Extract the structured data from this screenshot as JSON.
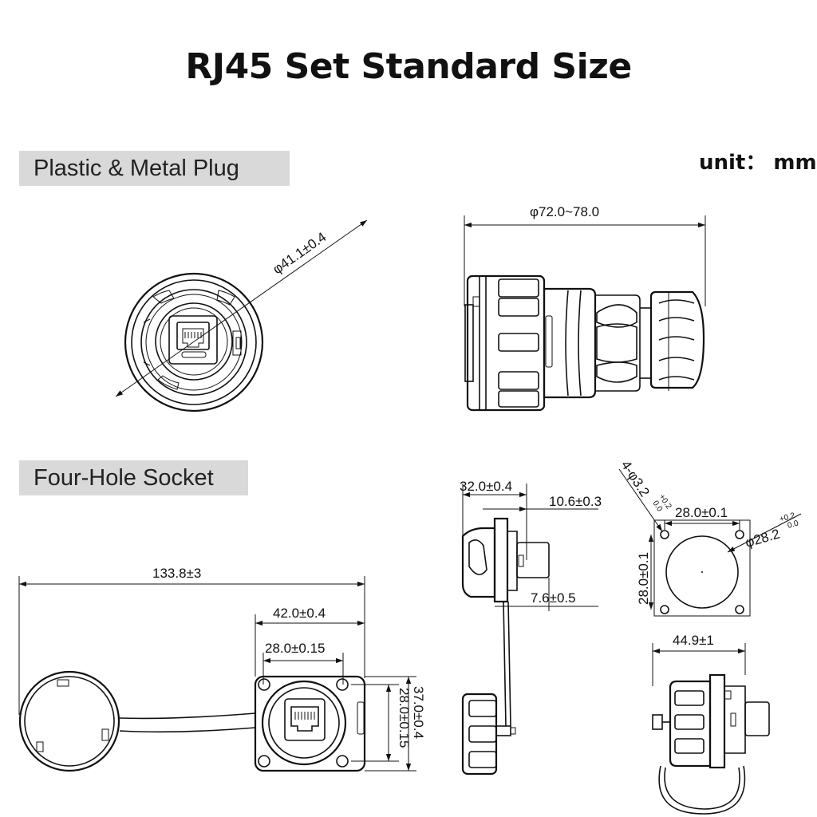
{
  "title": "RJ45 Set Standard Size",
  "unit_label": "unit： mm",
  "sections": {
    "plug_label": "Plastic & Metal Plug",
    "socket_label": "Four-Hole Socket"
  },
  "plug": {
    "front_diameter": "φ41.1±0.4",
    "length": "φ72.0~78.0"
  },
  "socket": {
    "overall_length": "133.8±3",
    "flange_width": "42.0±0.4",
    "hole_spacing_h": "28.0±0.15",
    "hole_spacing_v": "28.0±0.15",
    "flange_height": "37.0±0.4",
    "side_depth": "32.0±0.4",
    "side_front": "10.6±0.3",
    "panel_thickness": "7.6±0.5",
    "cutout_holes": "4-φ3.2",
    "cutout_holes_tol_upper": "+0.2",
    "cutout_holes_tol_lower": "0.0",
    "cutout_spacing_h": "28.0±0.1",
    "cutout_spacing_v": "28.0±0.1",
    "cutout_diameter": "φ28.2",
    "cutout_diameter_tol_upper": "+0.2",
    "cutout_diameter_tol_lower": "0.0",
    "mated_width": "44.9±1"
  },
  "colors": {
    "line": "#111111",
    "label_background": "#d9d9d9"
  }
}
